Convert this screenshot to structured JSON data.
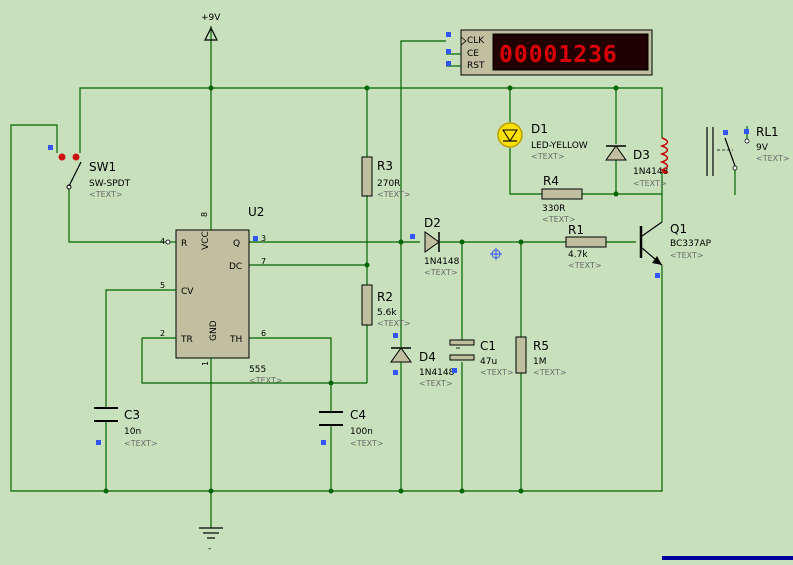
{
  "supply": {
    "label": "+9V"
  },
  "ground": {
    "label": "-"
  },
  "components": {
    "sw1": {
      "ref": "SW1",
      "value": "SW-SPDT",
      "text": "<TEXT>"
    },
    "u2": {
      "ref": "U2",
      "value": "555",
      "text": "<TEXT>",
      "pins": {
        "r": "R",
        "vcc": "VCC",
        "q": "Q",
        "dc": "DC",
        "cv": "CV",
        "tr": "TR",
        "gnd": "GND",
        "th": "TH"
      },
      "pin_numbers": {
        "p4": "4",
        "p8": "8",
        "p3": "3",
        "p7": "7",
        "p5": "5",
        "p2": "2",
        "p1": "1",
        "p6": "6"
      }
    },
    "r3": {
      "ref": "R3",
      "value": "270R",
      "text": "<TEXT>"
    },
    "r2": {
      "ref": "R2",
      "value": "5.6k",
      "text": "<TEXT>"
    },
    "c3": {
      "ref": "C3",
      "value": "10n",
      "text": "<TEXT>"
    },
    "c4": {
      "ref": "C4",
      "value": "100n",
      "text": "<TEXT>"
    },
    "d2": {
      "ref": "D2",
      "value": "1N4148",
      "text": "<TEXT>"
    },
    "d4": {
      "ref": "D4",
      "value": "1N4148",
      "text": "<TEXT>"
    },
    "c1": {
      "ref": "C1",
      "value": "47u",
      "text": "<TEXT>"
    },
    "r5": {
      "ref": "R5",
      "value": "1M",
      "text": "<TEXT>"
    },
    "r1": {
      "ref": "R1",
      "value": "4.7k",
      "text": "<TEXT>"
    },
    "q1": {
      "ref": "Q1",
      "value": "BC337AP",
      "text": "<TEXT>"
    },
    "d1": {
      "ref": "D1",
      "value": "LED-YELLOW",
      "text": "<TEXT>"
    },
    "r4": {
      "ref": "R4",
      "value": "330R",
      "text": "<TEXT>"
    },
    "d3": {
      "ref": "D3",
      "value": "1N4148",
      "text": "<TEXT>"
    },
    "rl1": {
      "ref": "RL1",
      "value": "9V",
      "text": "<TEXT>"
    },
    "counter": {
      "pins": {
        "clk": "CLK",
        "ce": "CE",
        "rst": "RST"
      },
      "display": "00001236"
    }
  },
  "colors": {
    "background": "#c8e0bc",
    "wire": "#006400",
    "body": "#c0c0a0",
    "outline": "#000000",
    "led": "#ffe000",
    "display_bg": "#200000",
    "digits": "#d80000",
    "marker": "#3355ff"
  }
}
